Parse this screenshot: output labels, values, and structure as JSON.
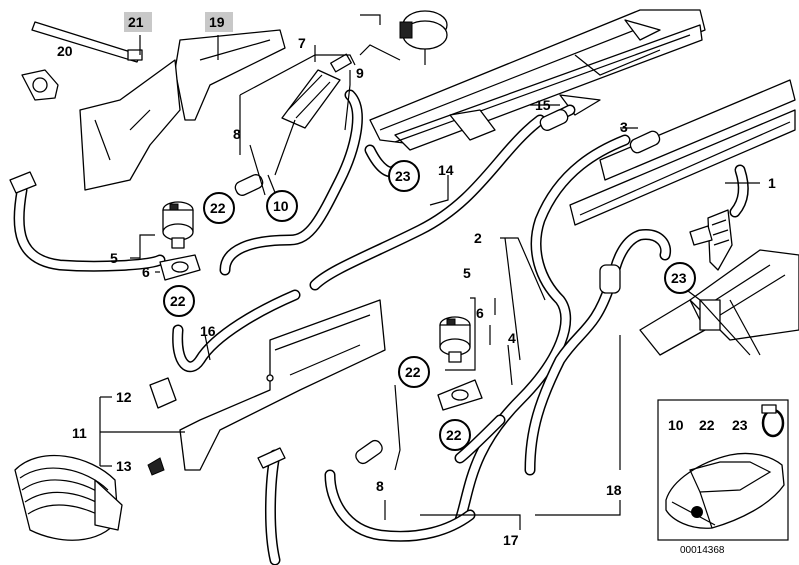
{
  "callouts": {
    "c1": "1",
    "c2": "2",
    "c3": "3",
    "c4": "4",
    "c5a": "5",
    "c5b": "5",
    "c6a": "6",
    "c6b": "6",
    "c7": "7",
    "c8a": "8",
    "c8b": "8",
    "c9": "9",
    "c10": "10",
    "c11": "11",
    "c12": "12",
    "c13": "13",
    "c14": "14",
    "c15": "15",
    "c16": "16",
    "c17": "17",
    "c18": "18",
    "c19": "19",
    "c20": "20",
    "c21": "21",
    "c22a": "22",
    "c22b": "22",
    "c22c": "22",
    "c22d": "22",
    "c23a": "23",
    "c23b": "23"
  },
  "inset": {
    "label_a": "10",
    "label_b": "22",
    "label_c": "23"
  },
  "diagram_id": "00014368"
}
